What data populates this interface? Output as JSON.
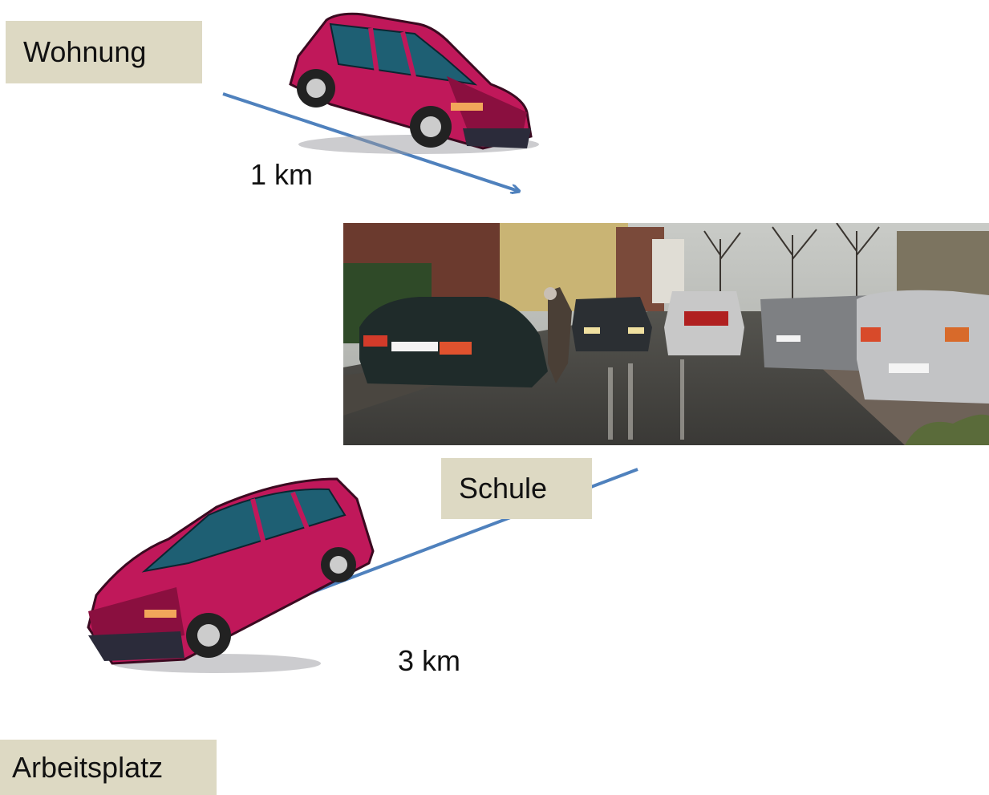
{
  "labels": {
    "home": "Wohnung",
    "school": "Schule",
    "work": "Arbeitsplatz"
  },
  "distances": {
    "home_to_school": "1 km",
    "school_to_work": "3 km"
  },
  "colors": {
    "label_bg": "#ddd9c3",
    "arrow": "#4f81bd",
    "car_body": "#c0185a"
  },
  "icons": [
    "car-icon",
    "arrow-icon",
    "street-photo"
  ]
}
